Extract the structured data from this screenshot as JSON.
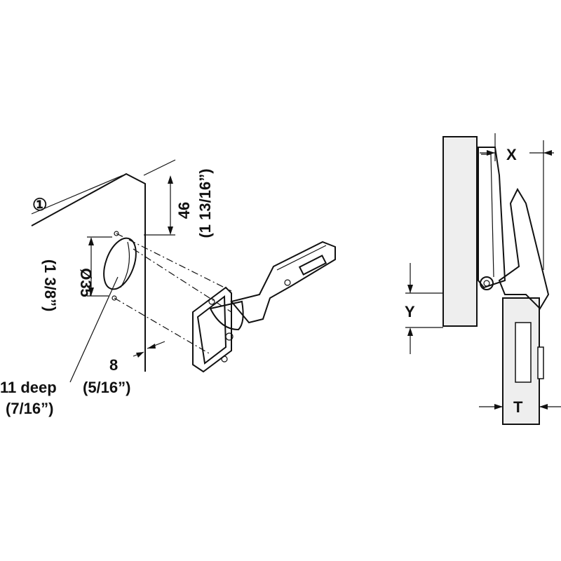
{
  "left_view": {
    "marker": "①",
    "dim_height": "46",
    "dim_height_imperial": "(1 13/16”)",
    "dim_diameter": "Ø35",
    "dim_diameter_imperial": "(1 3/8”)",
    "dim_edge": "8",
    "dim_edge_imperial": "(5/16”)",
    "dim_depth": "11 deep",
    "dim_depth_imperial": "(7/16”)"
  },
  "right_view": {
    "label_x": "X",
    "label_y": "Y",
    "label_t": "T"
  },
  "colors": {
    "line": "#111111",
    "panel_fill": "#eeeeee"
  }
}
